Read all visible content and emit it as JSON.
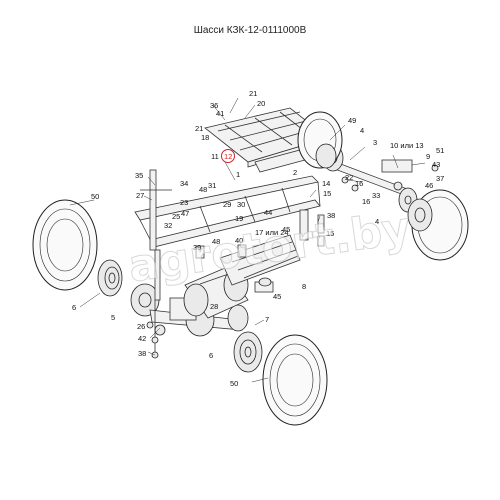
{
  "title": "Шасси КЗК-12-0111000В",
  "watermark": "agrotort.by",
  "highlight_color": "#d0202a",
  "part_labels": {
    "l21a": "21",
    "l20": "20",
    "l36": "36",
    "l41": "41",
    "l21b": "21",
    "l18": "18",
    "l49": "49",
    "l4a": "4",
    "l3": "3",
    "l2": "2",
    "l1013": "10 или 13",
    "l51": "51",
    "l1112": "11",
    "l12": "12",
    "l9": "9",
    "l43": "43",
    "l37": "37",
    "l46": "46",
    "l22": "22",
    "l16a": "16",
    "l1": "1",
    "l33": "33",
    "l35": "35",
    "l34": "34",
    "l14": "14",
    "l15a": "15",
    "l27": "27",
    "l31": "31",
    "l48": "48",
    "l29": "29",
    "l30": "30",
    "l23": "23",
    "l47": "47",
    "l25": "25",
    "l32": "32",
    "l19": "19",
    "l44": "44",
    "l16b": "16",
    "l38a": "38",
    "l4b": "4",
    "l45": "45",
    "l15b": "15",
    "l1724": "17 или 24",
    "l39": "39",
    "l48b": "48",
    "l40": "40",
    "l50a": "50",
    "l8": "8",
    "l6a": "6",
    "l45b": "45",
    "l5": "5",
    "l26": "26",
    "l28": "28",
    "l7": "7",
    "l42": "42",
    "l38b": "38",
    "l6b": "6",
    "l50b": "50"
  }
}
